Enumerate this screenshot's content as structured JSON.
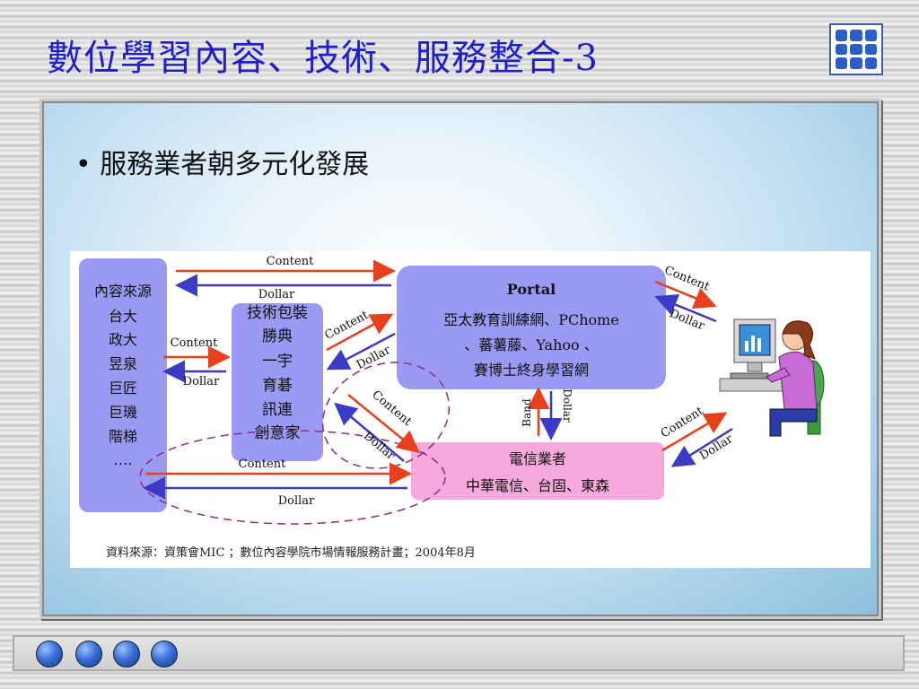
{
  "slide": {
    "title": "數位學習內容、技術、服務整合-3",
    "bullet": "服務業者朝多元化發展",
    "nav_dots": 4
  },
  "diagram": {
    "source_box": [
      "內容來源",
      "台大",
      "政大",
      "昱泉",
      "巨匠",
      "巨璣",
      "階梯",
      "…."
    ],
    "tech_box": [
      "技術包裝",
      "勝典",
      "一宇",
      "育碁",
      "訊連",
      "創意家"
    ],
    "portal_box": {
      "title": "Portal",
      "line1": "亞太教育訓練網、PChome",
      "line2": "、蕃薯藤、Yahoo 、",
      "line3": "賽博士終身學習網"
    },
    "telecom_box": {
      "title": "電信業者",
      "line1": "中華電信、台固、東森"
    },
    "labels": {
      "content": "Content",
      "dollar": "Dollar",
      "band": "Band",
      "dollar_vertical": "Dollar"
    },
    "source_note": "資料來源：資策會MIC ；數位內容學院市場情報服務計畫；2004年8月"
  },
  "colors": {
    "title": "#1f1fc9",
    "content_arrow": "#e8401c",
    "dollar_arrow": "#3b3bc6",
    "box_fill": "#9a9af2",
    "telecom_fill": "#f7a8dc",
    "dashed": "#8a2a8a"
  }
}
